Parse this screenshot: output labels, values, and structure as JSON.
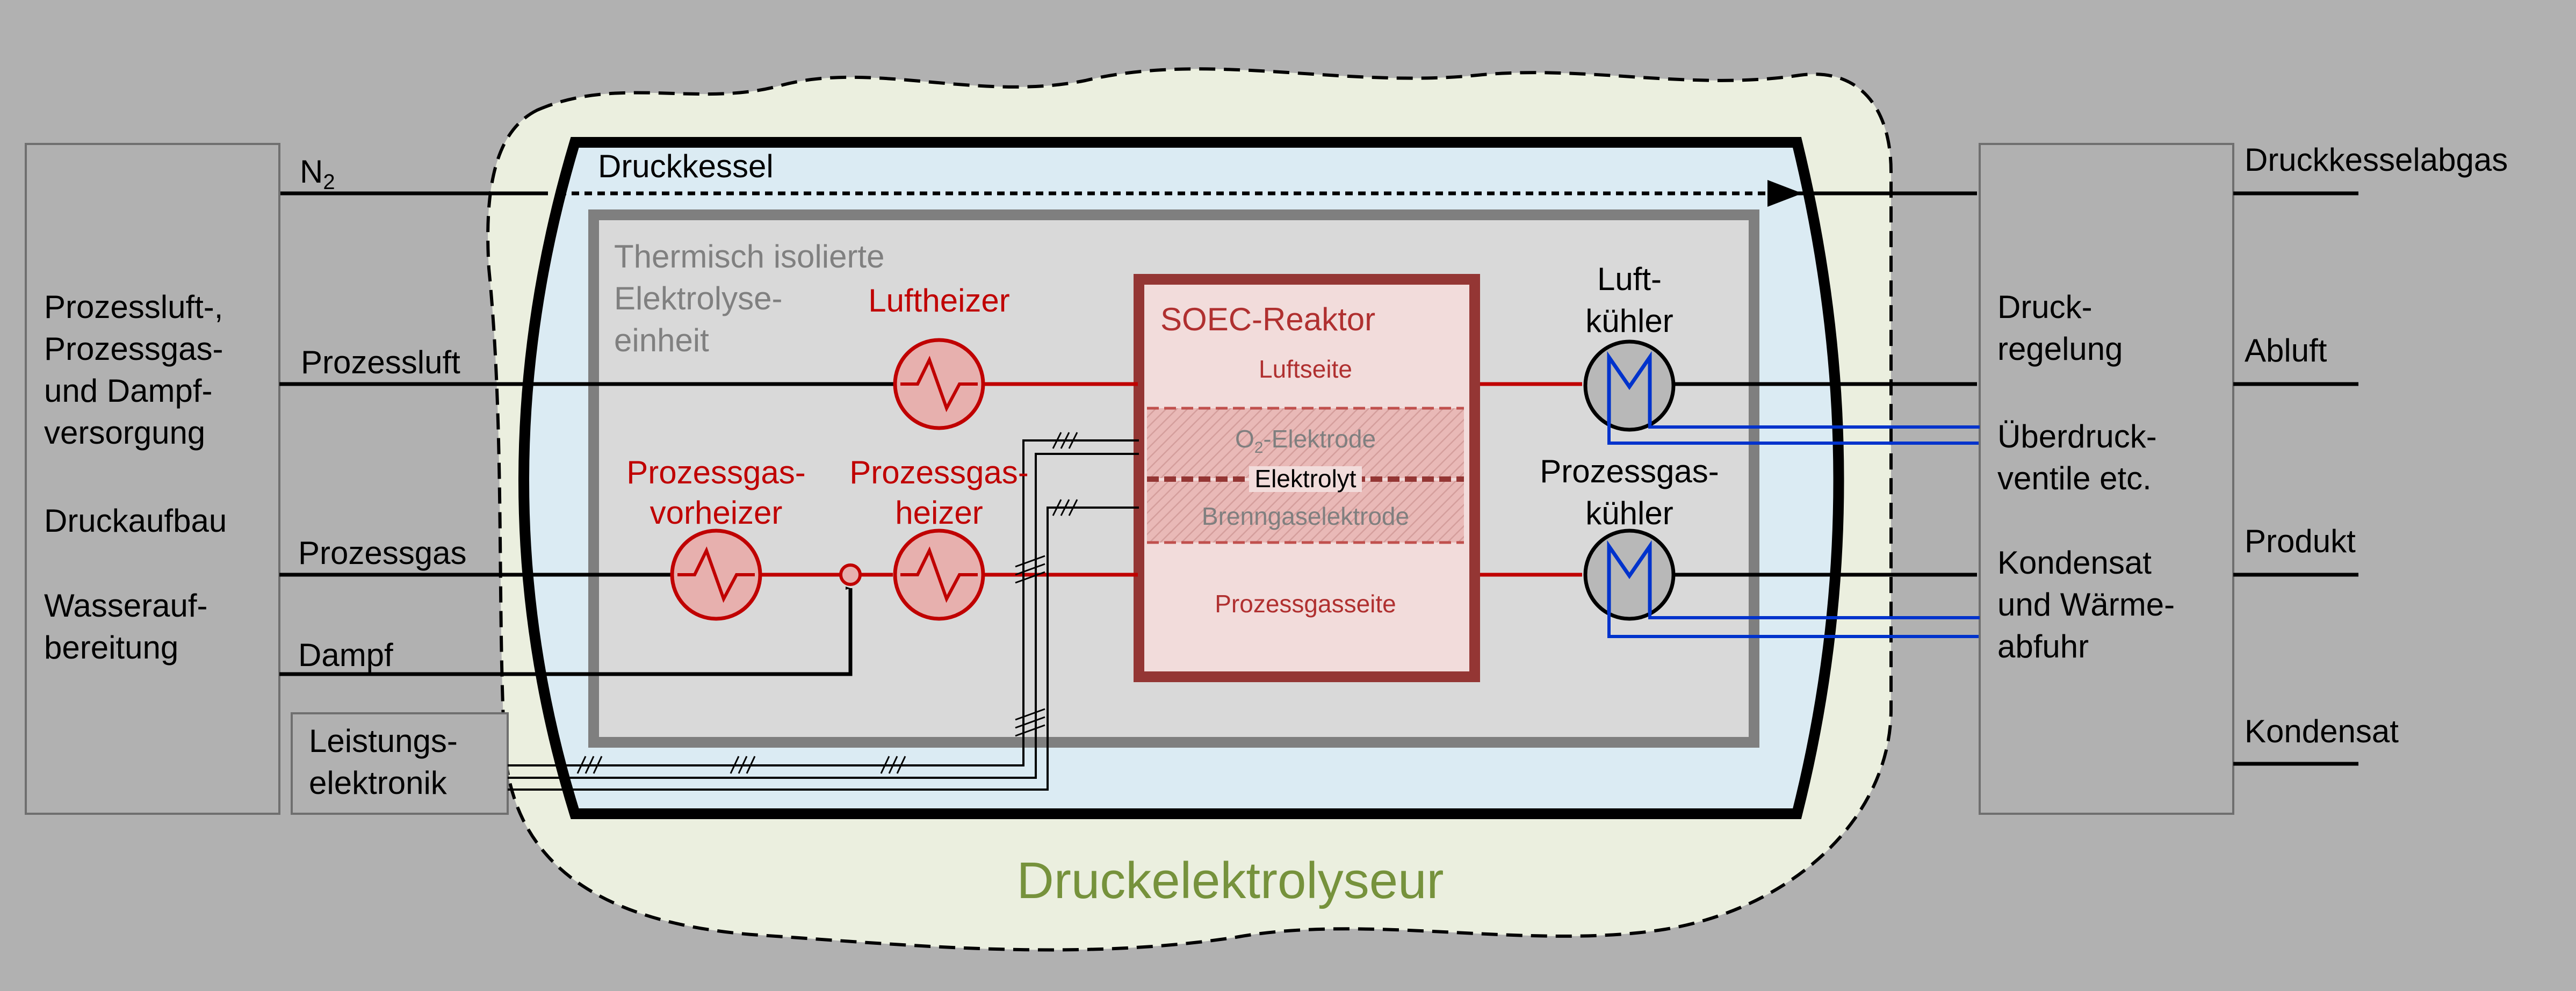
{
  "diagram": {
    "title": "Druckelektrolyseur",
    "supply_box": {
      "lines": [
        "Prozessluft-,",
        "Prozessgas-",
        "und Dampf-",
        "versorgung",
        "Druckaufbau",
        "Wasserauf-",
        "bereitung"
      ]
    },
    "power_box": {
      "lines": [
        "Leistungs-",
        "elektronik"
      ]
    },
    "output_box": {
      "lines": [
        "Druck-",
        "regelung",
        "Überdruck-",
        "ventile etc.",
        "Kondensat",
        "und Wärme-",
        "abfuhr"
      ]
    },
    "inputs": {
      "n2": "N",
      "n2_sub": "2",
      "air": "Prozessluft",
      "gas": "Prozessgas",
      "steam": "Dampf"
    },
    "vessel_label": "Druckkessel",
    "insulated_unit": {
      "lines": [
        "Thermisch isolierte",
        "Elektrolyse-",
        "einheit"
      ]
    },
    "air_heater": {
      "label": "Luftheizer"
    },
    "gas_preheater": {
      "lines": [
        "Prozessgas-",
        "vorheizer"
      ]
    },
    "gas_heater": {
      "lines": [
        "Prozessgas-",
        "heizer"
      ]
    },
    "reactor": {
      "title": "SOEC-Reaktor",
      "air_side": "Luftseite",
      "o2_electrode": "O",
      "o2_sub": "2",
      "o2_suffix": "-Elektrode",
      "electrolyte": "Elektrolyt",
      "fuel_electrode": "Brenngaselektrode",
      "gas_side": "Prozessgasseite"
    },
    "air_cooler": {
      "lines": [
        "Luft-",
        "kühler"
      ]
    },
    "gas_cooler": {
      "lines": [
        "Prozessgas-",
        "kühler"
      ]
    },
    "outputs": {
      "vessel_exhaust": "Druckkesselabgas",
      "exhaust_air": "Abluft",
      "product": "Produkt",
      "condensate": "Kondensat"
    },
    "colors": {
      "background": "#b1b1b1",
      "process_red": "#c00000",
      "cooling_blue": "#0033cc",
      "halo": "#ebefdf",
      "vessel_fill": "#dbebf3",
      "unit_fill": "#d9d9d9",
      "reactor_fill": "#f2dcdb",
      "reactor_border": "#943634",
      "title_olive": "#76923c"
    }
  }
}
